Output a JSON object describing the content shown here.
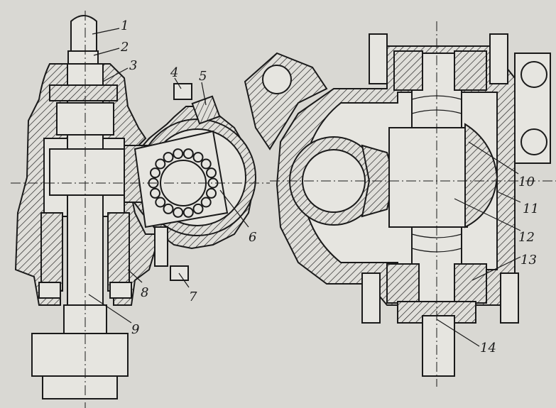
{
  "figure": {
    "labels": [
      {
        "id": "1",
        "text": "1"
      },
      {
        "id": "2",
        "text": "2"
      },
      {
        "id": "3",
        "text": "3"
      },
      {
        "id": "4",
        "text": "4"
      },
      {
        "id": "5",
        "text": "5"
      },
      {
        "id": "6",
        "text": "6"
      },
      {
        "id": "7",
        "text": "7"
      },
      {
        "id": "8",
        "text": "8"
      },
      {
        "id": "9",
        "text": "9"
      },
      {
        "id": "10",
        "text": "10"
      },
      {
        "id": "11",
        "text": "11"
      },
      {
        "id": "12",
        "text": "12"
      },
      {
        "id": "13",
        "text": "13"
      },
      {
        "id": "14",
        "text": "14"
      }
    ]
  },
  "colors": {
    "paper": "#d9d8d3",
    "ink": "#1a1a1a"
  }
}
